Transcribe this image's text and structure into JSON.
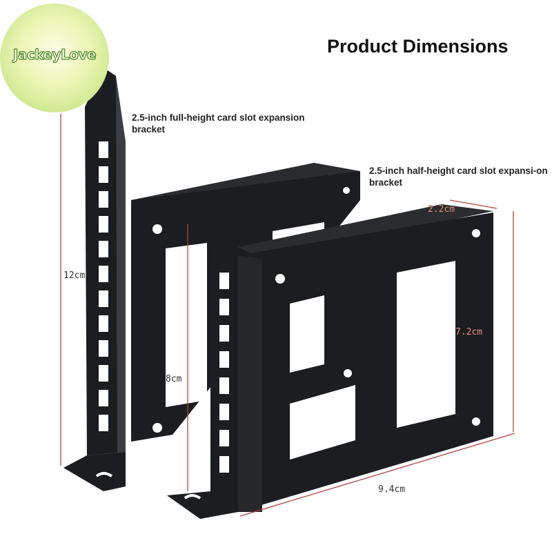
{
  "logo": {
    "text": "JackeyLove"
  },
  "title": "Product Dimensions",
  "captions": {
    "full_height": "2.5-inch full-height card slot expansion bracket",
    "half_height": "2.5-inch half-height card slot expansi-on bracket"
  },
  "dimensions": {
    "height_full": "12cm",
    "height_half": "8cm",
    "depth": "2.2cm",
    "width": "7.2cm",
    "length": "9.4cm"
  },
  "colors": {
    "metal": "#1b1d20",
    "metal_edge": "#3a3d42",
    "dimension_line": "#b4443c",
    "logo_ring": "#b8dc7e"
  }
}
